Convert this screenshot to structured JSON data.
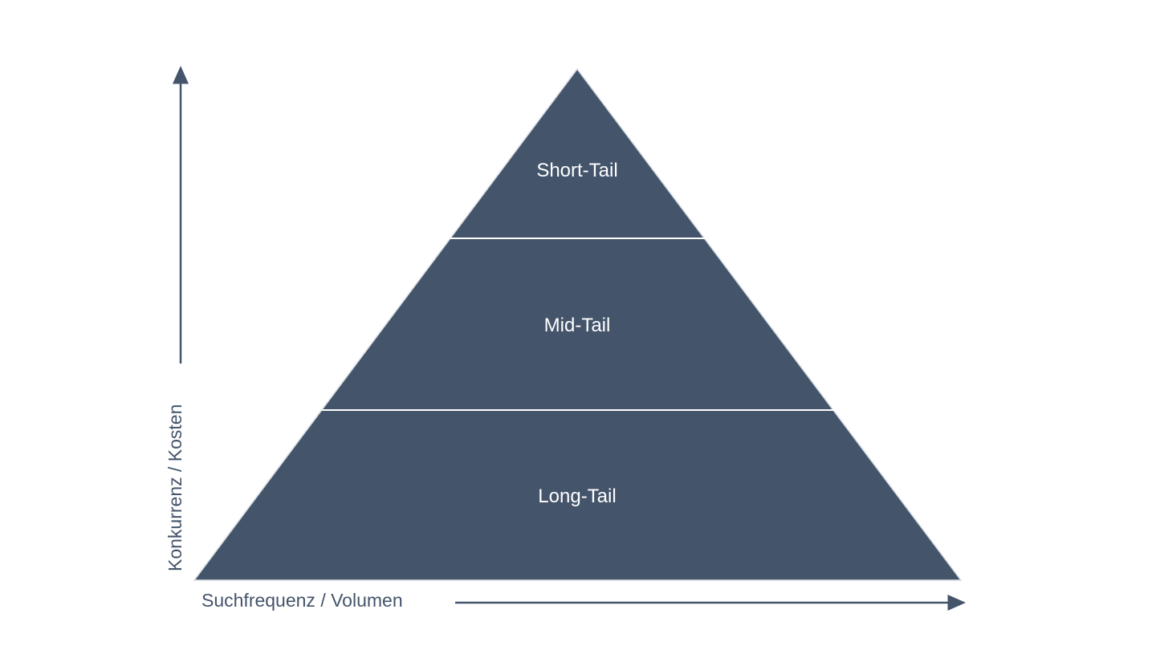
{
  "colors": {
    "pyramid_fill": "#44546b",
    "divider": "#ffffff",
    "axis": "#44546b",
    "label_text": "#ffffff"
  },
  "pyramid": {
    "levels": [
      {
        "label": "Short-Tail"
      },
      {
        "label": "Mid-Tail"
      },
      {
        "label": "Long-Tail"
      }
    ]
  },
  "axes": {
    "y_label": "Konkurrenz / Kosten",
    "x_label": "Suchfrequenz / Volumen"
  }
}
